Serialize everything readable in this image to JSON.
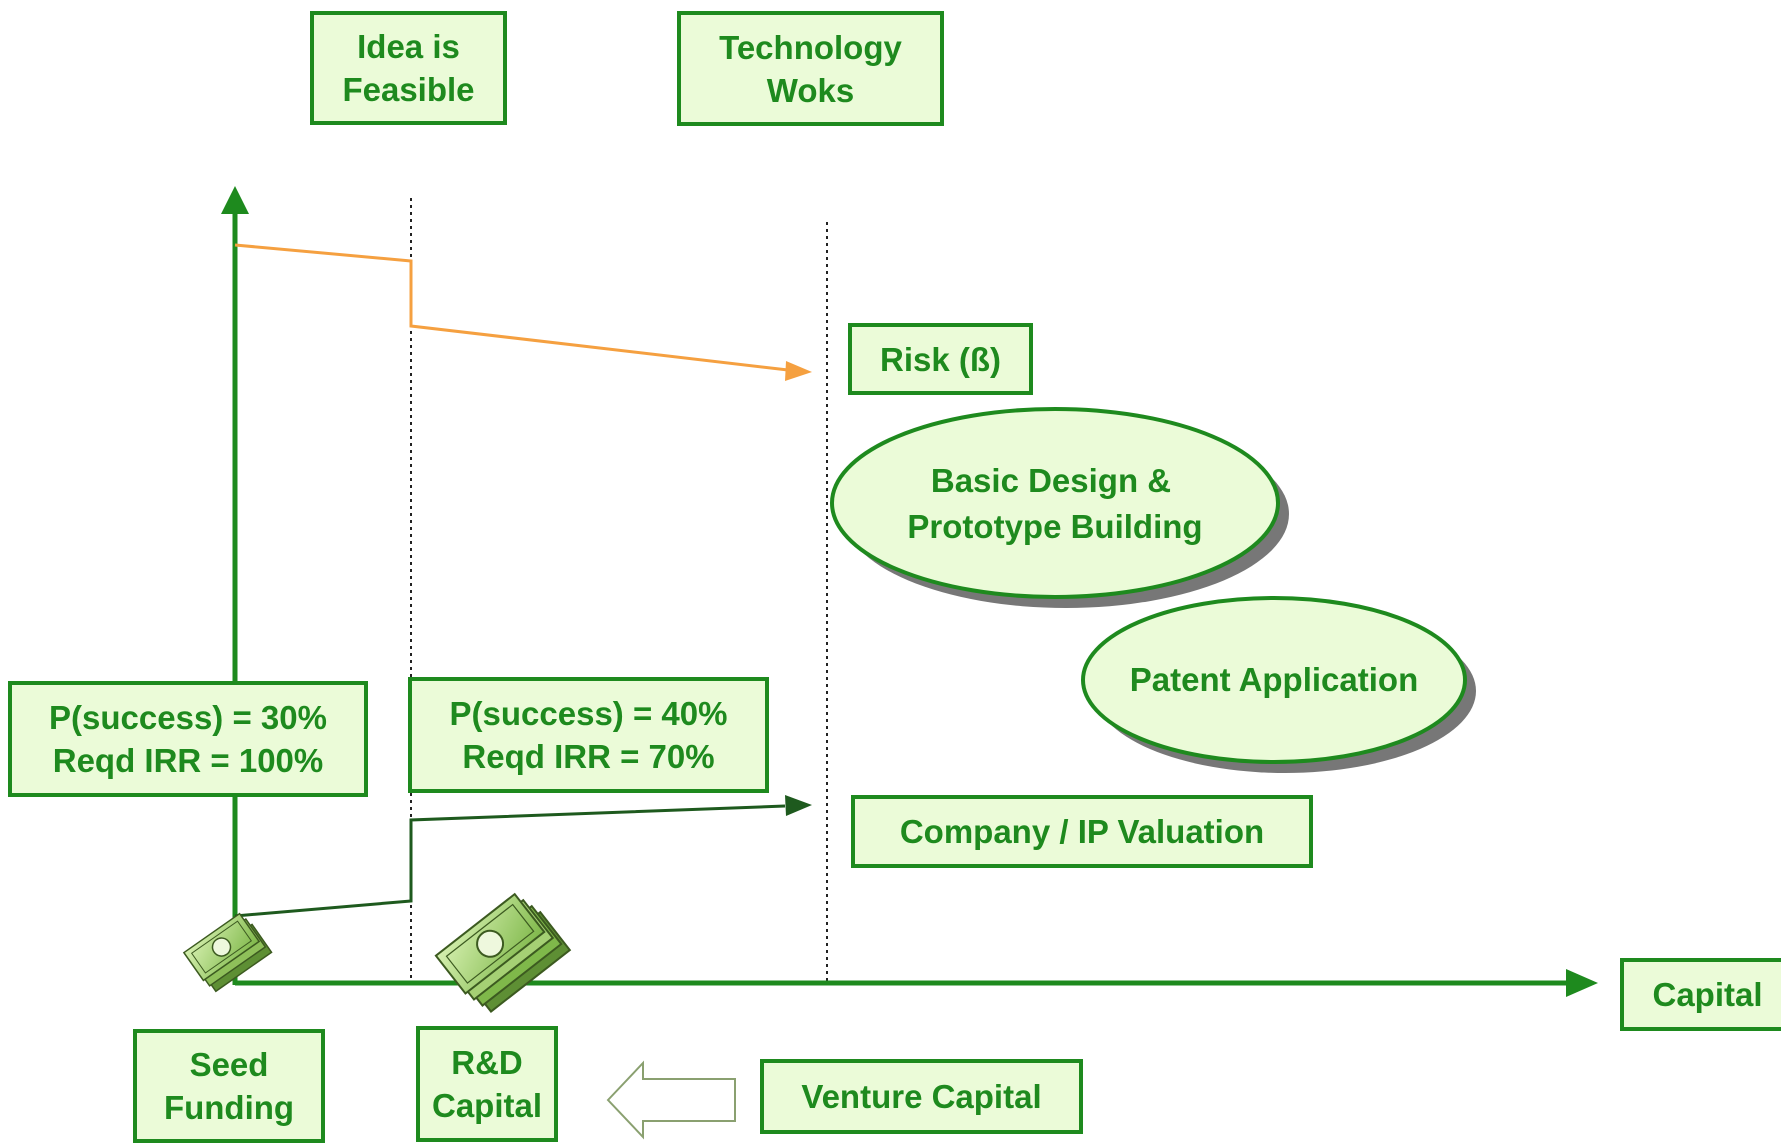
{
  "milestones": {
    "idea_feasible": [
      "Idea is",
      "Feasible"
    ],
    "technology_works": [
      "Technology",
      "Woks"
    ]
  },
  "labels": {
    "risk": "Risk (ß)",
    "valuation": "Company / IP Valuation",
    "capital": "Capital",
    "venture_capital": "Venture Capital"
  },
  "stages": {
    "stage1": {
      "p_success": "P(success) = 30%",
      "reqd_irr": "Reqd IRR = 100%"
    },
    "stage2": {
      "p_success": "P(success) = 40%",
      "reqd_irr": "Reqd IRR = 70%"
    }
  },
  "funding": {
    "seed": [
      "Seed",
      "Funding"
    ],
    "rd": [
      "R&D",
      "Capital"
    ]
  },
  "activities": {
    "basic_design": [
      "Basic Design &",
      "Prototype Building"
    ],
    "patent": "Patent Application"
  },
  "colors": {
    "green": "#1e8a1e",
    "fill": "#ebfbd8",
    "risk_line": "#f5a040",
    "valuation_line": "#1e5a1e"
  },
  "icons": {
    "money": "money-stack-icon",
    "arrow": "left-arrow-icon"
  }
}
